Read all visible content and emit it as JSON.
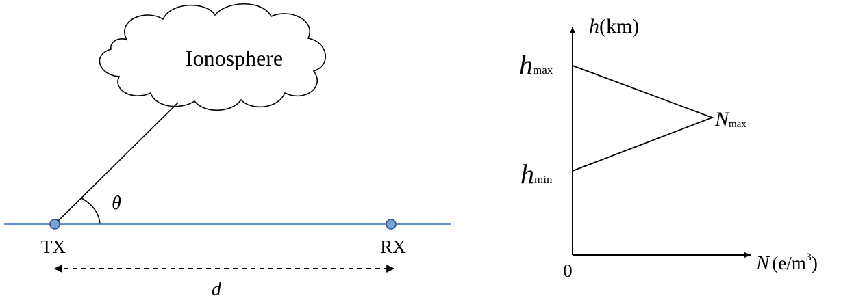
{
  "left_panel": {
    "cloud_label": "Ionosphere",
    "angle_symbol": "θ",
    "tx_label": "TX",
    "rx_label": "RX",
    "distance_symbol": "d",
    "colors": {
      "ground_line": "#4f81bd",
      "node_fill": "#7ba1d6",
      "node_stroke": "#2f4f7f",
      "stroke": "#000000"
    }
  },
  "right_panel": {
    "y_axis_symbol": "h",
    "y_axis_unit": "(km)",
    "x_axis_symbol": "N",
    "x_axis_unit_prefix": "(e/m",
    "x_axis_unit_exp": "3",
    "x_axis_unit_suffix": ")",
    "origin_label": "0",
    "h_max_symbol": "h",
    "h_max_sub": "max",
    "h_min_symbol": "h",
    "h_min_sub": "min",
    "n_max_symbol": "N",
    "n_max_sub": "max"
  }
}
